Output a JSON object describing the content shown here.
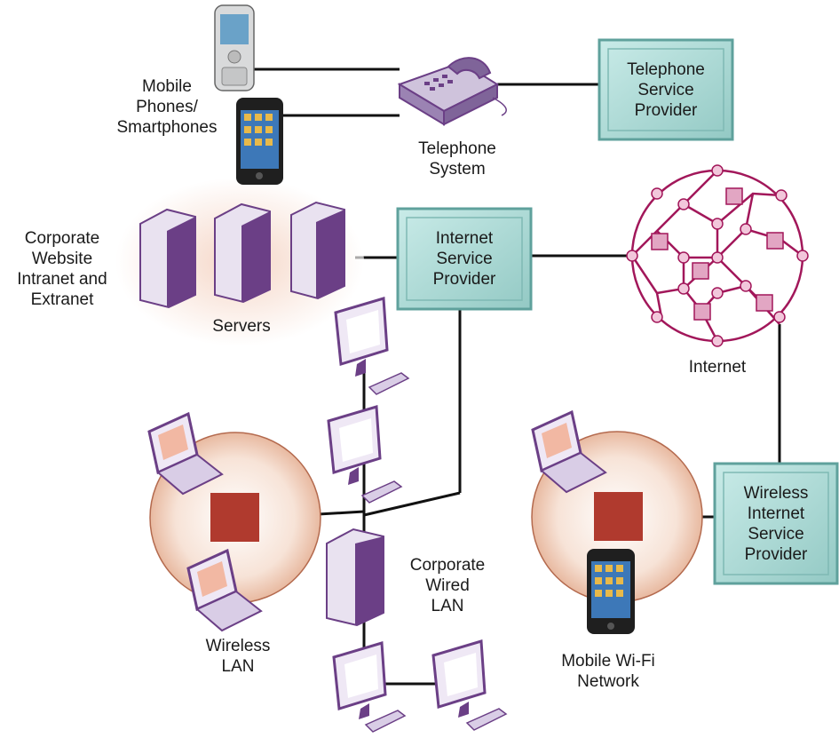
{
  "labels": {
    "mobile_phones": "Mobile\nPhones/\nSmartphones",
    "telephone_system": "Telephone\nSystem",
    "telephone_provider": "Telephone\nService\nProvider",
    "corporate_website": "Corporate\nWebsite\nIntranet and\nExtranet",
    "servers": "Servers",
    "isp": "Internet\nService\nProvider",
    "internet": "Internet",
    "corporate_wired_lan": "Corporate\nWired\nLAN",
    "wireless_lan": "Wireless\nLAN",
    "mobile_wifi": "Mobile Wi-Fi\nNetwork",
    "wireless_isp": "Wireless\nInternet\nService\nProvider"
  },
  "colors": {
    "line": "#111111",
    "box_fill": "#a9d6d3",
    "box_border": "#5fa19c",
    "internet_ring": "#a2175a",
    "internet_node": "#e2a6c3",
    "device_purple": "#6b3f86",
    "device_light": "#d9cde6",
    "access_point": "#b03a2e",
    "wifi_zone": "#f3d7c6"
  },
  "icons": {
    "phones": [
      "feature-phone-icon",
      "smartphone-icon"
    ],
    "telephone": "desk-telephone-icon",
    "servers": [
      "server-icon",
      "server-icon",
      "server-icon"
    ],
    "lan_computers": [
      "desktop-computer-icon",
      "desktop-computer-icon",
      "desktop-computer-icon",
      "desktop-computer-icon"
    ],
    "lan_server": "server-icon",
    "wireless_lan_laptops": [
      "laptop-icon",
      "laptop-icon"
    ],
    "mobile_wifi_devices": [
      "laptop-icon",
      "smartphone-icon"
    ]
  }
}
